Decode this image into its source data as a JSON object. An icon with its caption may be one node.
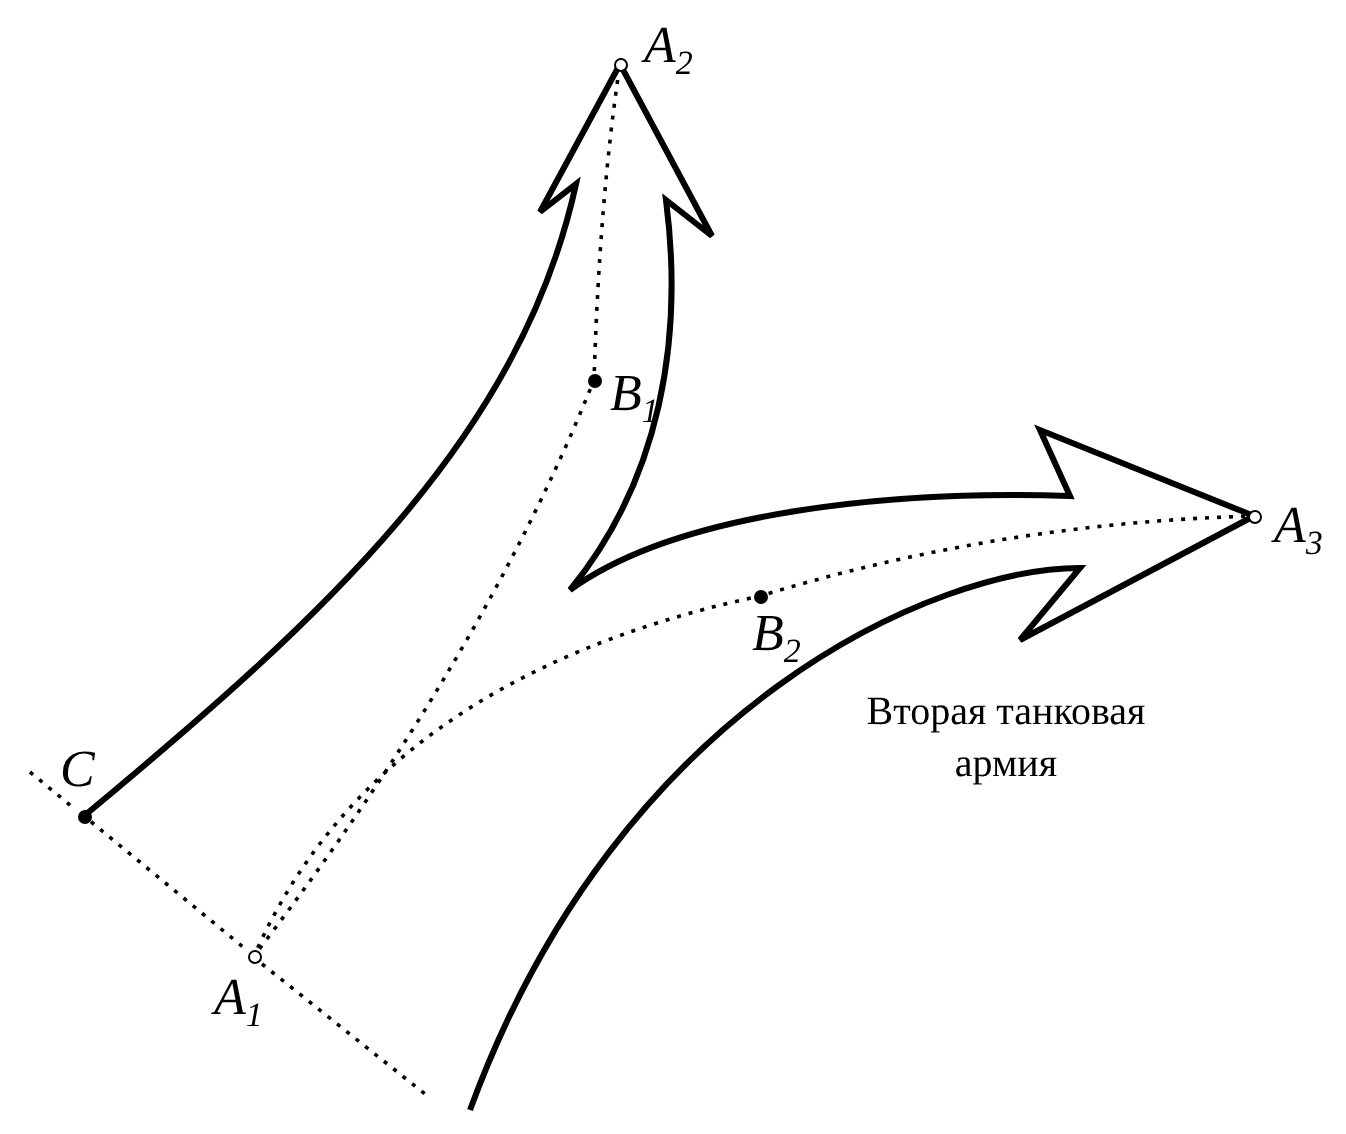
{
  "diagram": {
    "nodes": [
      {
        "text": [
          "A$_{2}$"
        ]
      },
      {
        "text": [
          "B$_{1}$"
        ]
      },
      {
        "text": [
          "A$_{3}$"
        ]
      },
      {
        "text": [
          "B$_{2}$"
        ]
      },
      {
        "text": [
          "C"
        ]
      },
      {
        "text": [
          "A$_{1}$"
        ]
      }
    ],
    "edges": [
      {
        "from": 5,
        "to": 1,
        "arrow": "none",
        "style": "dashed"
      },
      {
        "from": 1,
        "to": 0,
        "arrow": "none",
        "style": "dashed"
      },
      {
        "from": 5,
        "to": 3,
        "arrow": "none",
        "style": "dashed"
      },
      {
        "from": 3,
        "to": 2,
        "arrow": "none",
        "style": "dashed"
      },
      {
        "from": 4,
        "to": 5,
        "arrow": "none",
        "style": "dashed"
      }
    ],
    "labels": [
      "Вторая танковая армия"
    ]
  }
}
